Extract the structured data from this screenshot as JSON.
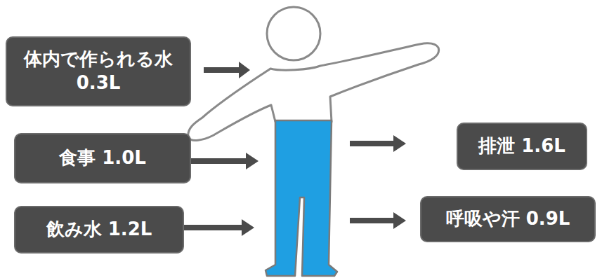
{
  "diagram": {
    "nodes": [
      {
        "text": [
          "体内で作られる水 0.3L"
        ]
      },
      {
        "text": [
          "食事 1.0L"
        ]
      },
      {
        "text": [
          "排泄 1.6L"
        ]
      },
      {
        "text": [
          "飲み水 1.2L"
        ]
      },
      {
        "text": [
          "呼吸や汗 0.9L"
        ]
      }
    ]
  }
}
